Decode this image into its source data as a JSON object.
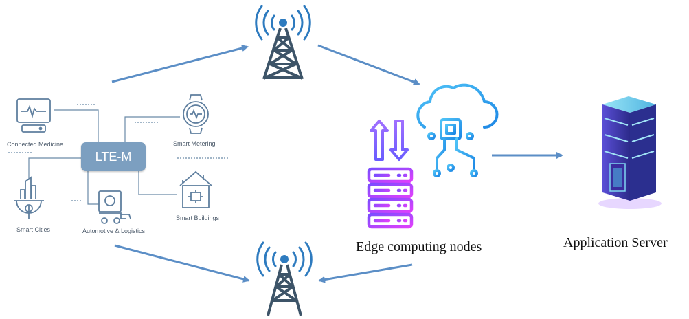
{
  "colors": {
    "arrow": "#5b8ec6",
    "tower": "#3d5468",
    "tower_signal": "#2e7bbf",
    "lte_box": "#7c9fc0",
    "iot_icon": "#5f7f9f",
    "cloud_grad_start": "#4fc3f7",
    "cloud_grad_end": "#1e88e5",
    "server_grad_start": "#7b4dff",
    "server_grad_end": "#e040fb",
    "app_server_top": "#7fd6f0",
    "app_server_body": "#3b3fae"
  },
  "lte_m": {
    "label": "LTE-M"
  },
  "iot_devices": {
    "connected_medicine": "Connected Medicine",
    "smart_metering": "Smart Metering",
    "smart_cities": "Smart Cities",
    "automotive_logistics": "Automotive & Logistics",
    "smart_buildings": "Smart Buildings"
  },
  "nodes": {
    "edge": "Edge computing nodes",
    "app_server": "Application Server"
  },
  "icons": {
    "tower": "cell-tower-icon",
    "monitor": "ecg-monitor-icon",
    "watch": "smartwatch-icon",
    "city": "city-icon",
    "truck": "truck-icon",
    "building": "smart-building-icon",
    "cloud": "cloud-chip-icon",
    "edge_server": "server-stack-icon",
    "app_server": "server-rack-icon",
    "up": "arrow-up-icon",
    "down": "arrow-down-icon"
  }
}
